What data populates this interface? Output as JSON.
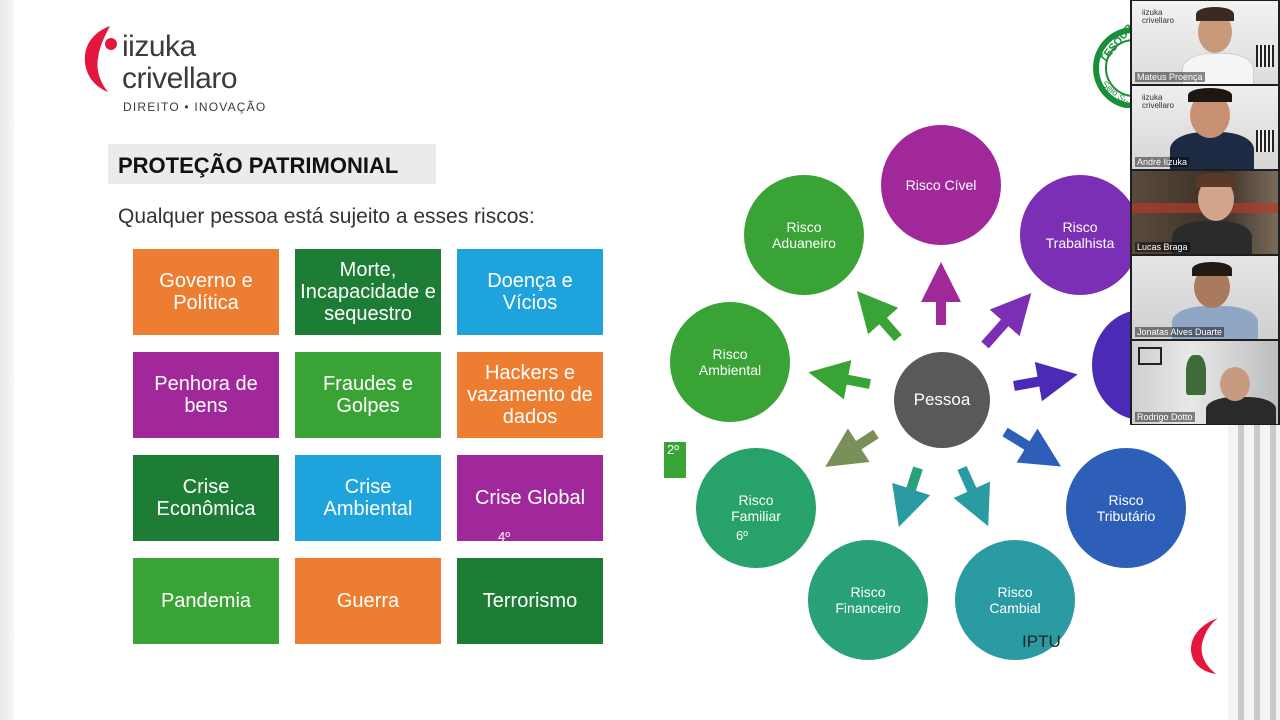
{
  "logo": {
    "line1": "iizuka",
    "line2": "crivellaro",
    "tagline": "DIREITO • INOVAÇÃO"
  },
  "slide": {
    "title": "PROTEÇÃO PATRIMONIAL",
    "subtitle": "Qualquer pessoa está sujeito a esses riscos:"
  },
  "risk_grid": [
    {
      "label": "Governo e Política",
      "color": "#ed7d31"
    },
    {
      "label": "Morte, Incapacidade e sequestro",
      "color": "#1e7d35"
    },
    {
      "label": "Doença e Vícios",
      "color": "#1fa3dc"
    },
    {
      "label": "Penhora de bens",
      "color": "#a0289b"
    },
    {
      "label": "Fraudes e Golpes",
      "color": "#3aa335"
    },
    {
      "label": "Hackers e vazamento de dados",
      "color": "#ed7d31"
    },
    {
      "label": "Crise Econômica",
      "color": "#1e7d35"
    },
    {
      "label": "Crise Ambiental",
      "color": "#1fa3dc"
    },
    {
      "label": "Crise Global",
      "color": "#a0289b"
    },
    {
      "label": "Pandemia",
      "color": "#3aa335"
    },
    {
      "label": "Guerra",
      "color": "#ed7d31"
    },
    {
      "label": "Terrorismo",
      "color": "#1e7d35"
    }
  ],
  "diagram": {
    "center": "Pessoa",
    "center_color": "#595959",
    "nodes": [
      {
        "label": "Risco Cível",
        "color": "#a0289b"
      },
      {
        "label": "Risco Trabalhista",
        "color": "#7b2fb5"
      },
      {
        "label": "Risco Aduaneiro",
        "color": "#3aa335"
      },
      {
        "label": "Risco Ambiental",
        "color": "#3aa335"
      },
      {
        "label": "Risco Familiar",
        "color": "#26a26a"
      },
      {
        "label": "Risco Financeiro",
        "color": "#28a07a"
      },
      {
        "label": "Risco Cambial",
        "color": "#2a9ba3"
      },
      {
        "label": "Risco Tributário",
        "color": "#2e5fb8"
      }
    ],
    "badge_6": "6º",
    "badge_4": "4º",
    "badge_2": "2º",
    "iptu": "IPTU"
  },
  "participants": [
    {
      "name": "Mateus Proença"
    },
    {
      "name": "André Iizuka"
    },
    {
      "name": "Lucas Braga"
    },
    {
      "name": "Jonatas Alves Duarte"
    },
    {
      "name": "Rodrigo Dotto"
    }
  ],
  "participant_brand": {
    "line1": "iizuka",
    "line2": "crivellaro"
  },
  "seal": {
    "text_top": "TESOURO",
    "text_bottom": "Selo Suste"
  }
}
